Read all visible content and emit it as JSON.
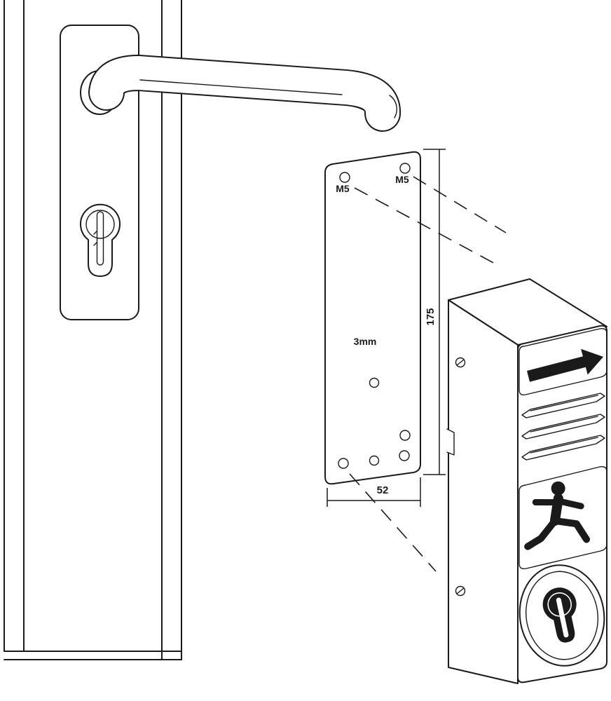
{
  "colors": {
    "line": "#1a1a1a",
    "background": "#ffffff",
    "pictogram_fill": "#000000"
  },
  "mounting_plate": {
    "top_left_hole_label": "M5",
    "top_right_hole_label": "M5",
    "thickness_label": "3mm"
  },
  "dimensions": {
    "plate_height": "175",
    "plate_width": "52"
  },
  "icons": {
    "direction_sign": "arrow-right-icon",
    "emergency_exit_sign": "running-man-icon",
    "sounder": "louver-grille-icon",
    "door_lock": "euro-cylinder-icon",
    "fixings": "screw-icon"
  }
}
